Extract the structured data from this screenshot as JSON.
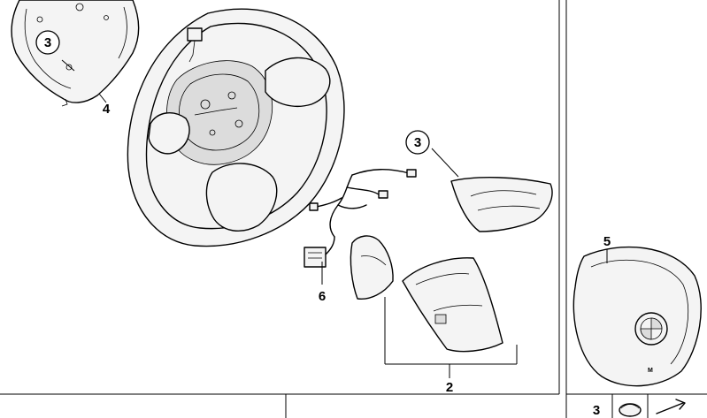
{
  "callouts": {
    "c2": "2",
    "c3_top_left": "3",
    "c3_right": "3",
    "c3_bottom": "3",
    "c4": "4",
    "c5": "5",
    "c6": "6"
  },
  "airbag_logo_text": "M",
  "colors": {
    "line": "#000000",
    "background": "#ffffff",
    "shade": "#dcdcdc"
  }
}
